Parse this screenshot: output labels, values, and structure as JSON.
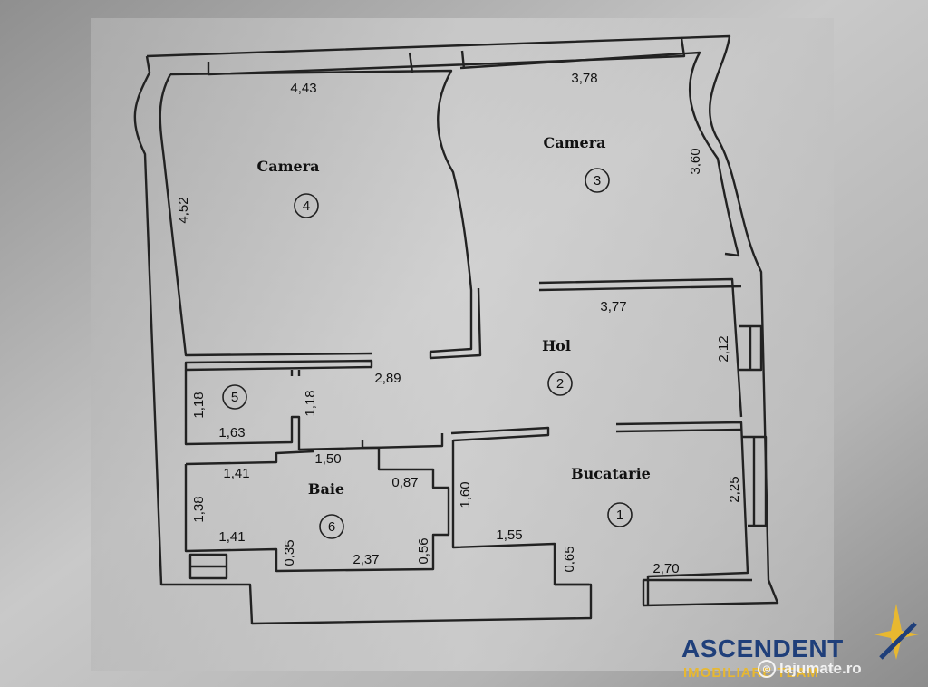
{
  "rooms": [
    {
      "name": "Camera",
      "number": "4"
    },
    {
      "name": "Camera",
      "number": "3"
    },
    {
      "name": "Hol",
      "number": "2"
    },
    {
      "name": "",
      "number": "5"
    },
    {
      "name": "Baie",
      "number": "6"
    },
    {
      "name": "Bucatarie",
      "number": "1"
    }
  ],
  "dimensions": {
    "camera4_width": "4,43",
    "camera4_height": "4,52",
    "camera3_width": "3,78",
    "camera3_height": "3,60",
    "hol_width": "3,77",
    "hol_height": "2,12",
    "hol_bottom": "2,89",
    "wc_height_left": "1,18",
    "wc_height_right": "1,18",
    "wc_width": "1,63",
    "baie_top_mid": "1,50",
    "baie_top_left": "1,41",
    "baie_left": "1,38",
    "baie_bottom_left": "1,41",
    "baie_right_top": "0,87",
    "baie_step_left": "0,35",
    "baie_bottom": "2,37",
    "baie_step_right": "0,56",
    "bucatarie_left": "1,60",
    "bucatarie_bottom_left": "1,55",
    "bucatarie_step": "0,65",
    "bucatarie_bottom_right": "2,70",
    "bucatarie_right": "2,25"
  },
  "logo": {
    "brand": "ASCENDENT",
    "tagline": "IMOBILIARE TEAM",
    "brand_color": "#1f3f7a",
    "accent_color": "#e8b830"
  },
  "watermark": {
    "text": "lajumate.ro"
  }
}
